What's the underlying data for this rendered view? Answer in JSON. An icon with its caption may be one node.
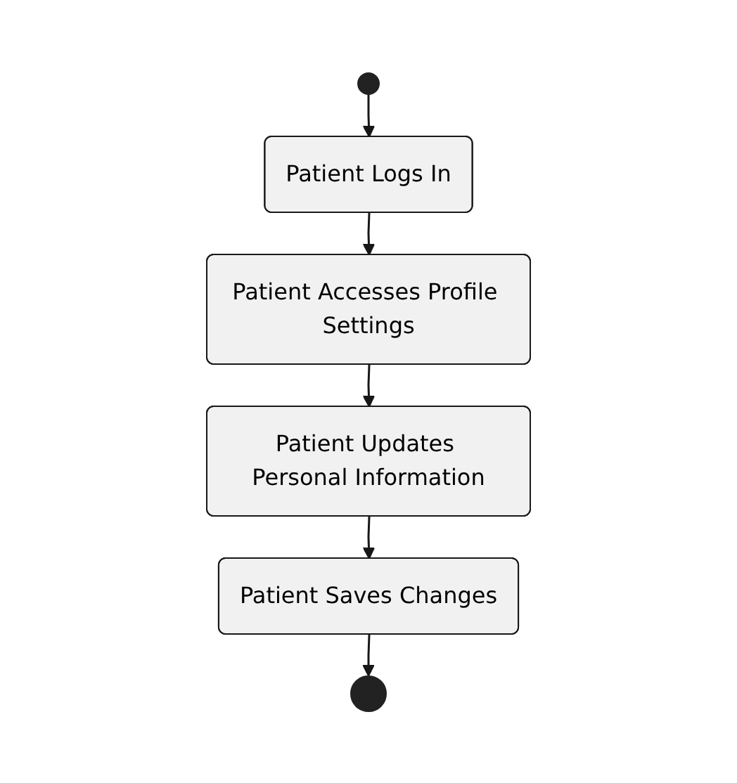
{
  "diagram": {
    "nodes": [
      {
        "text": [],
        "shape": "circle"
      },
      {
        "text": [
          "Patient Logs In"
        ]
      },
      {
        "text": [
          "Patient Accesses Profile Settings"
        ]
      },
      {
        "text": [
          "Patient Updates Personal Information"
        ]
      },
      {
        "text": [
          "Patient Saves Changes"
        ]
      },
      {
        "text": [],
        "shape": "bullseye"
      }
    ],
    "edges": [
      {
        "from": 0,
        "to": 1,
        "arrow": "to"
      },
      {
        "from": 1,
        "to": 2,
        "arrow": "to"
      },
      {
        "from": 2,
        "to": 3,
        "arrow": "to"
      },
      {
        "from": 3,
        "to": 4,
        "arrow": "to"
      },
      {
        "from": 4,
        "to": 5,
        "arrow": "to"
      }
    ]
  }
}
